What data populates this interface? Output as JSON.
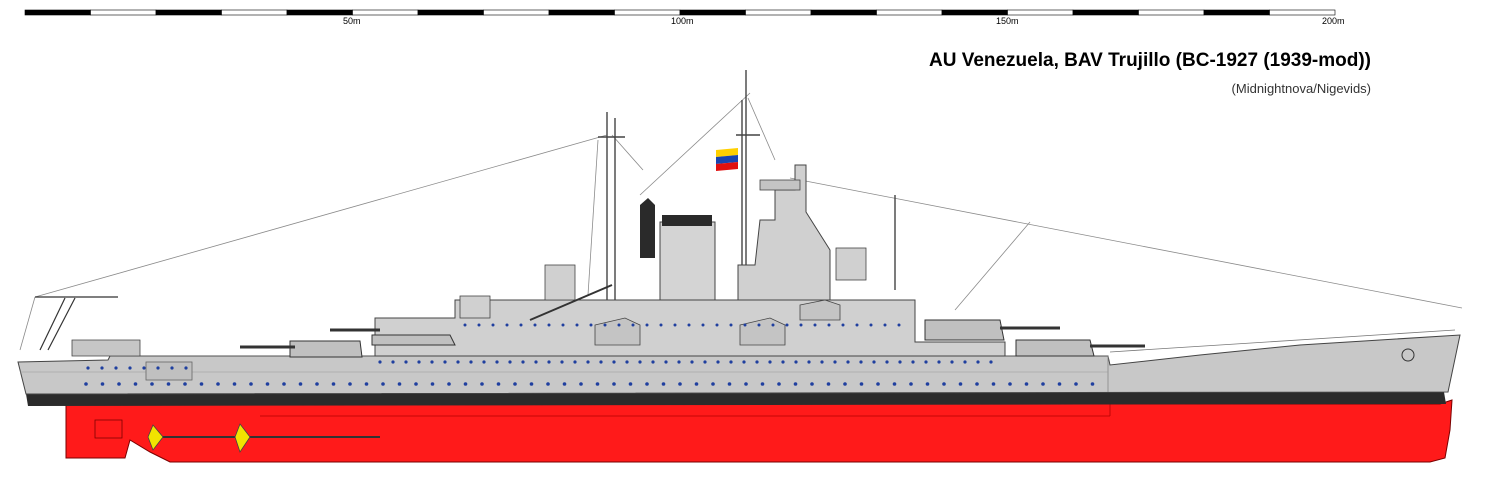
{
  "scale_bar": {
    "labels": [
      "50m",
      "100m",
      "150m",
      "200m"
    ],
    "segments": 20
  },
  "title": "AU Venezuela, BAV Trujillo (BC-1927 (1939-mod))",
  "credit": "(Midnightnova/Nigevids)",
  "colors": {
    "hull_gray": "#c8c8c8",
    "superstructure_gray": "#d0d0d0",
    "boot_top": "#2b2b2b",
    "antifouling_red": "#ff1a1a",
    "porthole_blue": "#1f3f9f",
    "propeller_yellow": "#f2e200",
    "flag_yellow": "#ffd000",
    "flag_blue": "#1844b0",
    "flag_red": "#e01010"
  }
}
